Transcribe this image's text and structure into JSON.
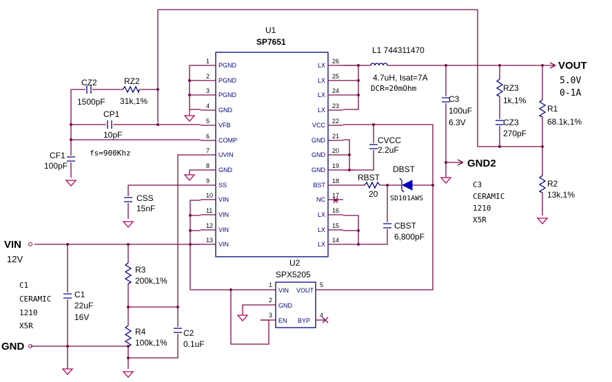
{
  "u1": {
    "ref": "U1",
    "part": "SP7651"
  },
  "u1_left_pins": [
    {
      "num": "1",
      "name": "PGND"
    },
    {
      "num": "2",
      "name": "PGND"
    },
    {
      "num": "3",
      "name": "PGND"
    },
    {
      "num": "4",
      "name": "GND"
    },
    {
      "num": "5",
      "name": "VFB"
    },
    {
      "num": "6",
      "name": "COMP"
    },
    {
      "num": "7",
      "name": "UVIN"
    },
    {
      "num": "8",
      "name": "GND"
    },
    {
      "num": "9",
      "name": "SS"
    },
    {
      "num": "10",
      "name": "VIN"
    },
    {
      "num": "11",
      "name": "VIN"
    },
    {
      "num": "12",
      "name": "VIN"
    },
    {
      "num": "13",
      "name": "VIN"
    }
  ],
  "u1_right_pins": [
    {
      "num": "26",
      "name": "LX"
    },
    {
      "num": "25",
      "name": "LX"
    },
    {
      "num": "24",
      "name": "LX"
    },
    {
      "num": "23",
      "name": "LX"
    },
    {
      "num": "22",
      "name": "VCC"
    },
    {
      "num": "21",
      "name": "GND"
    },
    {
      "num": "20",
      "name": "GND"
    },
    {
      "num": "19",
      "name": "GND"
    },
    {
      "num": "18",
      "name": "BST"
    },
    {
      "num": "17",
      "name": "NC"
    },
    {
      "num": "16",
      "name": "LX"
    },
    {
      "num": "15",
      "name": "LX"
    },
    {
      "num": "14",
      "name": "LX"
    }
  ],
  "u2": {
    "ref": "U2",
    "part": "SPX5205",
    "pins": [
      {
        "num": "1",
        "name": "VIN"
      },
      {
        "num": "2",
        "name": "GND"
      },
      {
        "num": "3",
        "name": "EN"
      },
      {
        "num": "5",
        "name": "VOUT"
      },
      {
        "num": "4",
        "name": "BYP"
      }
    ]
  },
  "components": {
    "cz2": {
      "ref": "CZ2",
      "value": "1500pF"
    },
    "rz2": {
      "ref": "RZ2",
      "value": "31k,1%"
    },
    "cp1": {
      "ref": "CP1",
      "value": "10pF"
    },
    "cf1": {
      "ref": "CF1",
      "value": "100pF"
    },
    "fs": "fs=900Khz",
    "css": {
      "ref": "CSS",
      "value": "15nF"
    },
    "l1": {
      "ref": "L1 744311470",
      "value": "4.7uH, Isat=7A",
      "dcr": "DCR=20mOhm"
    },
    "c3": {
      "ref": "C3",
      "value": "100uF",
      "voltage": "6.3V"
    },
    "rz3": {
      "ref": "RZ3",
      "value": "1k,1%"
    },
    "cz3": {
      "ref": "CZ3",
      "value": "270pF"
    },
    "r1": {
      "ref": "R1",
      "value": "68.1k,1%"
    },
    "r2": {
      "ref": "R2",
      "value": "13k,1%"
    },
    "cvcc": {
      "ref": "CVCC",
      "value": "2.2uF"
    },
    "rbst": {
      "ref": "RBST",
      "value": "20"
    },
    "dbst": {
      "ref": "DBST",
      "value": "SD101AWS"
    },
    "cbst": {
      "ref": "CBST",
      "value": "6,800pF"
    },
    "r3": {
      "ref": "R3",
      "value": "200k,1%"
    },
    "r4": {
      "ref": "R4",
      "value": "100k,1%"
    },
    "c2": {
      "ref": "C2",
      "value": "0.1uF"
    },
    "c1": {
      "ref": "C1",
      "value": "22uF",
      "voltage": "16V"
    }
  },
  "nets": {
    "vout": "VOUT",
    "vout_v": "5.0V",
    "vout_i": "0-1A",
    "gnd2": "GND2",
    "vin": "VIN",
    "vin_v": "12V",
    "gnd": "GND"
  },
  "notes": {
    "c3_note": [
      "C3",
      "CERAMIC",
      "1210",
      "X5R"
    ],
    "c1_note": [
      "C1",
      "CERAMIC",
      "1210",
      "X5R"
    ]
  }
}
